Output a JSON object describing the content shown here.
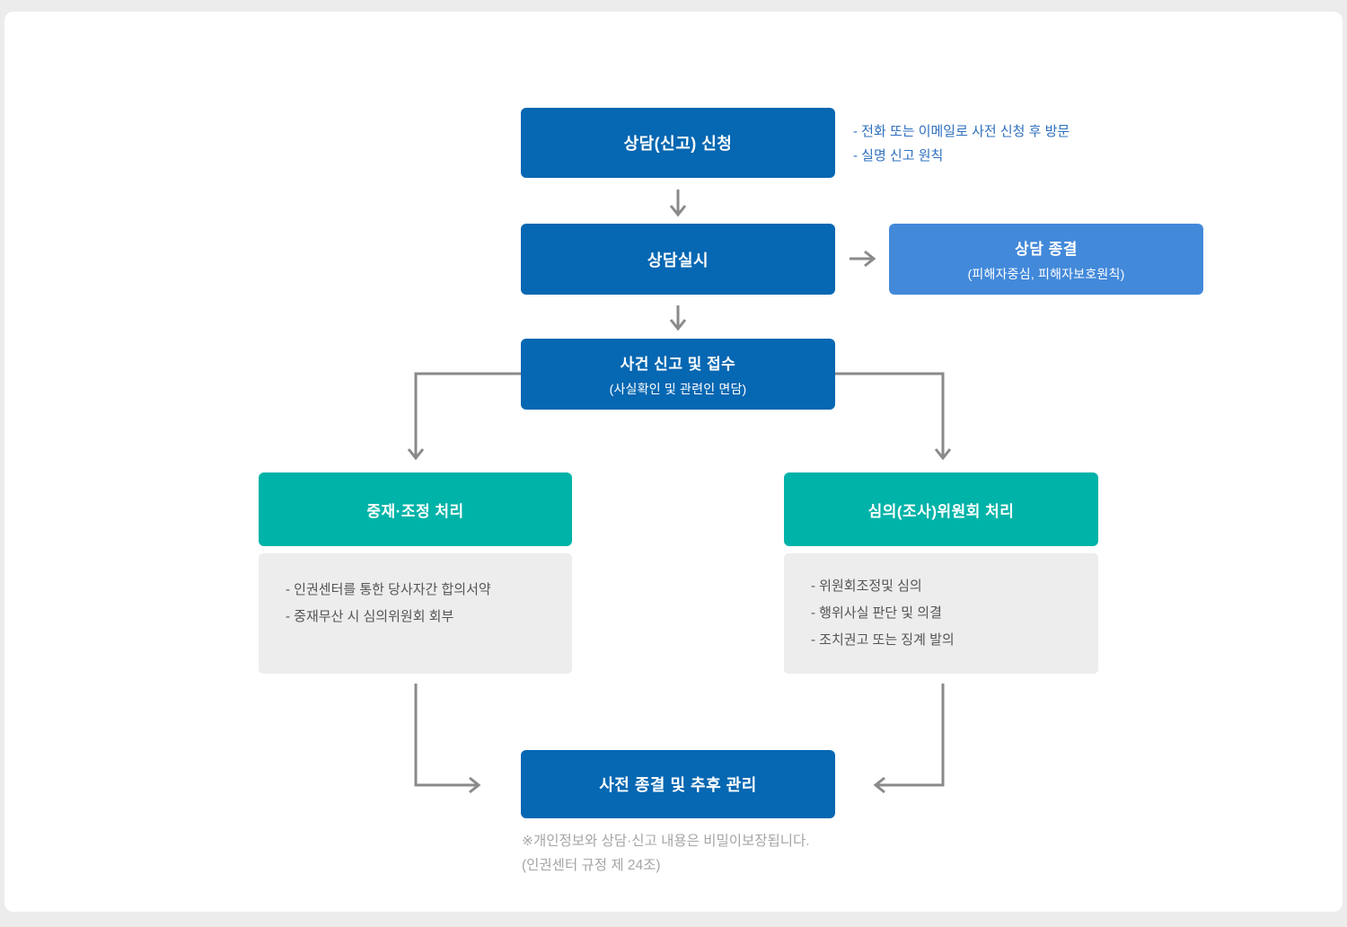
{
  "diagram": {
    "title_implicit": "인권센터 상담·신고 처리 절차 흐름도",
    "colors": {
      "primary_blue": "#0667b2",
      "light_blue": "#4289da",
      "teal": "#00b3a8",
      "panel_gray": "#ededed",
      "arrow_gray": "#8a8a8a",
      "note_blue": "#2e6fbe",
      "footnote_gray": "#a5a5a5"
    },
    "nodes": {
      "apply": {
        "title": "상담(신고) 신청"
      },
      "apply_notes": {
        "items": [
          "- 전화 또는 이메일로 사전 신청 후 방문",
          "- 실명 신고 원칙"
        ]
      },
      "counsel": {
        "title": "상담실시"
      },
      "counsel_end": {
        "title": "상담 종결",
        "subtitle": "(피해자중심, 피해자보호원칙)"
      },
      "report": {
        "title": "사건 신고 및 접수",
        "subtitle": "(사실확인 및 관련인 면담)"
      },
      "mediation": {
        "title": "중재·조정 처리"
      },
      "mediation_details": {
        "items": [
          "- 인권센터를 통한 당사자간 합의서약",
          "- 중재무산 시 심의위원회 회부"
        ]
      },
      "committee": {
        "title": "심의(조사)위원회 처리"
      },
      "committee_details": {
        "items": [
          "- 위원회조정및 심의",
          "- 행위사실 판단 및 의결",
          "- 조치권고 또는 징계 발의"
        ]
      },
      "closure": {
        "title": "사전 종결 및 추후 관리"
      },
      "footnote": {
        "items": [
          "※개인정보와 상담·신고 내용은 비밀이보장됩니다.",
          "(인권센터 규정 제 24조)"
        ]
      }
    }
  }
}
